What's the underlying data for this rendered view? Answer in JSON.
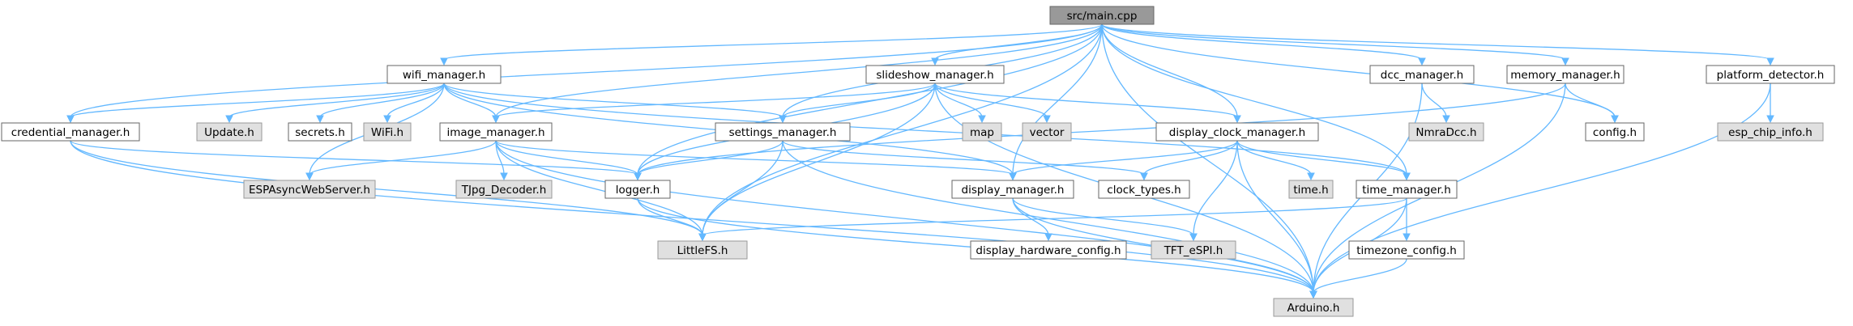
{
  "colors": {
    "edge": "#63b8ff",
    "root_fill": "#999999",
    "local_fill": "#ffffff",
    "system_fill": "#e0e0e0",
    "border": "#666666"
  },
  "nodes": [
    {
      "id": "main",
      "label": "src/main.cpp",
      "kind": "root"
    },
    {
      "id": "wifi",
      "label": "wifi_manager.h",
      "kind": "local"
    },
    {
      "id": "slideshow",
      "label": "slideshow_manager.h",
      "kind": "local"
    },
    {
      "id": "dcc",
      "label": "dcc_manager.h",
      "kind": "local"
    },
    {
      "id": "memory",
      "label": "memory_manager.h",
      "kind": "local"
    },
    {
      "id": "platform",
      "label": "platform_detector.h",
      "kind": "local"
    },
    {
      "id": "credential",
      "label": "credential_manager.h",
      "kind": "local"
    },
    {
      "id": "update",
      "label": "Update.h",
      "kind": "system"
    },
    {
      "id": "secrets",
      "label": "secrets.h",
      "kind": "local"
    },
    {
      "id": "wifih",
      "label": "WiFi.h",
      "kind": "system"
    },
    {
      "id": "image",
      "label": "image_manager.h",
      "kind": "local"
    },
    {
      "id": "settings",
      "label": "settings_manager.h",
      "kind": "local"
    },
    {
      "id": "map",
      "label": "map",
      "kind": "system"
    },
    {
      "id": "vector",
      "label": "vector",
      "kind": "system"
    },
    {
      "id": "dclock",
      "label": "display_clock_manager.h",
      "kind": "local"
    },
    {
      "id": "nmra",
      "label": "NmraDcc.h",
      "kind": "system"
    },
    {
      "id": "config",
      "label": "config.h",
      "kind": "local"
    },
    {
      "id": "espchip",
      "label": "esp_chip_info.h",
      "kind": "system"
    },
    {
      "id": "espasync",
      "label": "ESPAsyncWebServer.h",
      "kind": "system"
    },
    {
      "id": "tjpg",
      "label": "TJpg_Decoder.h",
      "kind": "system"
    },
    {
      "id": "logger",
      "label": "logger.h",
      "kind": "local"
    },
    {
      "id": "dmgr",
      "label": "display_manager.h",
      "kind": "local"
    },
    {
      "id": "clocktypes",
      "label": "clock_types.h",
      "kind": "local"
    },
    {
      "id": "timeh",
      "label": "time.h",
      "kind": "system"
    },
    {
      "id": "timemgr",
      "label": "time_manager.h",
      "kind": "local"
    },
    {
      "id": "littlefs",
      "label": "LittleFS.h",
      "kind": "system"
    },
    {
      "id": "dhw",
      "label": "display_hardware_config.h",
      "kind": "local"
    },
    {
      "id": "tft",
      "label": "TFT_eSPI.h",
      "kind": "system"
    },
    {
      "id": "tz",
      "label": "timezone_config.h",
      "kind": "local"
    },
    {
      "id": "arduino",
      "label": "Arduino.h",
      "kind": "system"
    }
  ],
  "edges": [
    [
      "main",
      "wifi"
    ],
    [
      "main",
      "slideshow"
    ],
    [
      "main",
      "dcc"
    ],
    [
      "main",
      "memory"
    ],
    [
      "main",
      "platform"
    ],
    [
      "main",
      "credential"
    ],
    [
      "main",
      "image"
    ],
    [
      "main",
      "settings"
    ],
    [
      "main",
      "dclock"
    ],
    [
      "main",
      "config"
    ],
    [
      "main",
      "logger"
    ],
    [
      "main",
      "dmgr"
    ],
    [
      "main",
      "timemgr"
    ],
    [
      "main",
      "littlefs"
    ],
    [
      "main",
      "arduino"
    ],
    [
      "wifi",
      "credential"
    ],
    [
      "wifi",
      "update"
    ],
    [
      "wifi",
      "secrets"
    ],
    [
      "wifi",
      "wifih"
    ],
    [
      "wifi",
      "image"
    ],
    [
      "wifi",
      "settings"
    ],
    [
      "wifi",
      "espasync"
    ],
    [
      "wifi",
      "dmgr"
    ],
    [
      "wifi",
      "timemgr"
    ],
    [
      "slideshow",
      "image"
    ],
    [
      "slideshow",
      "settings"
    ],
    [
      "slideshow",
      "map"
    ],
    [
      "slideshow",
      "vector"
    ],
    [
      "slideshow",
      "dclock"
    ],
    [
      "slideshow",
      "logger"
    ],
    [
      "slideshow",
      "littlefs"
    ],
    [
      "slideshow",
      "arduino"
    ],
    [
      "dcc",
      "nmra"
    ],
    [
      "dcc",
      "arduino"
    ],
    [
      "memory",
      "config"
    ],
    [
      "memory",
      "logger"
    ],
    [
      "memory",
      "arduino"
    ],
    [
      "platform",
      "espchip"
    ],
    [
      "platform",
      "arduino"
    ],
    [
      "credential",
      "logger"
    ],
    [
      "credential",
      "littlefs"
    ],
    [
      "credential",
      "arduino"
    ],
    [
      "image",
      "espasync"
    ],
    [
      "image",
      "tjpg"
    ],
    [
      "image",
      "logger"
    ],
    [
      "image",
      "dmgr"
    ],
    [
      "image",
      "littlefs"
    ],
    [
      "image",
      "arduino"
    ],
    [
      "settings",
      "logger"
    ],
    [
      "settings",
      "clocktypes"
    ],
    [
      "settings",
      "littlefs"
    ],
    [
      "settings",
      "arduino"
    ],
    [
      "dclock",
      "dmgr"
    ],
    [
      "dclock",
      "clocktypes"
    ],
    [
      "dclock",
      "timeh"
    ],
    [
      "dclock",
      "timemgr"
    ],
    [
      "dclock",
      "tft"
    ],
    [
      "dclock",
      "arduino"
    ],
    [
      "logger",
      "littlefs"
    ],
    [
      "logger",
      "arduino"
    ],
    [
      "dmgr",
      "dhw"
    ],
    [
      "dmgr",
      "tft"
    ],
    [
      "dmgr",
      "arduino"
    ],
    [
      "timemgr",
      "littlefs"
    ],
    [
      "timemgr",
      "tz"
    ],
    [
      "timemgr",
      "arduino"
    ],
    [
      "tz",
      "arduino"
    ]
  ]
}
